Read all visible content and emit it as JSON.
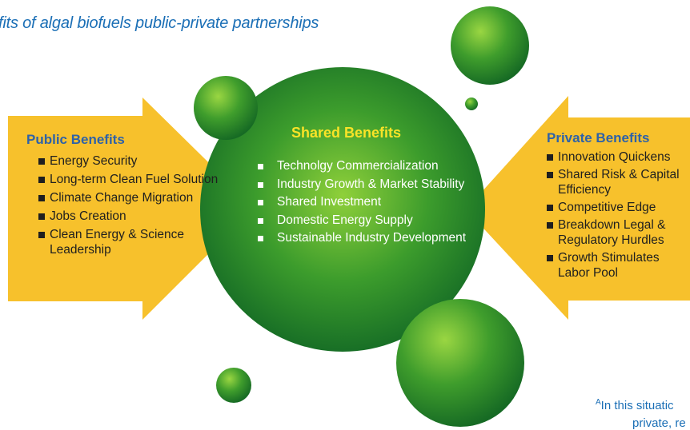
{
  "title": "fits of algal biofuels public-private partnerships",
  "public": {
    "heading": "Public Benefits",
    "items": [
      "Energy Security",
      "Long-term Clean Fuel Solution",
      "Climate Change Migration",
      "Jobs Creation",
      "Clean Energy & Science Leadership"
    ]
  },
  "shared": {
    "heading": "Shared Benefits",
    "items": [
      "Technolgy Commercialization",
      "Industry Growth & Market Stability",
      "Shared Investment",
      "Domestic Energy Supply",
      "Sustainable Industry Development"
    ]
  },
  "private": {
    "heading": "Private Benefits",
    "items": [
      "Innovation Quickens",
      "Shared Risk & Capital Efficiency",
      "Competitive Edge",
      "Breakdown Legal & Regulatory Hurdles",
      "Growth Stimulates Labor Pool"
    ]
  },
  "footnote": {
    "marker": "A",
    "line1": "In this situatic",
    "line2": "private, re"
  },
  "colors": {
    "title_blue": "#1b6fb6",
    "heading_blue": "#2e62a8",
    "arrow_yellow": "#f7c12c",
    "shared_heading_yellow": "#f9e327",
    "bubble_green": "#2e8b2e"
  }
}
